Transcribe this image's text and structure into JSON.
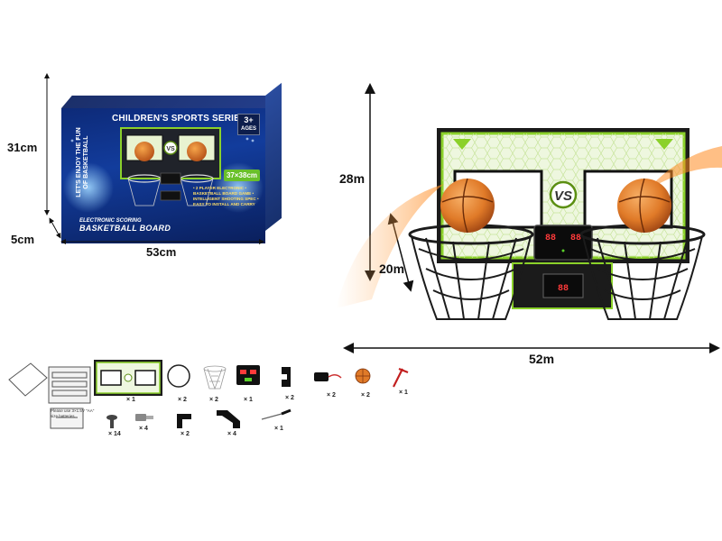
{
  "box": {
    "height_label": "31cm",
    "depth_label": "5cm",
    "width_label": "53cm",
    "series_title": "CHILDREN'S SPORTS SERIES",
    "age": "3+",
    "age_sub": "AGES",
    "vertical_text": "LET'S ENJOY THE FUN OF BASKETBALL",
    "size_badge": "37×38cm",
    "features": "• 2 PLAYER ELECTRONIC • BASKETBALL BOARD GAME • INTELLIGENT SHOOTING SPEC • EASY TO INSTALL AND CARRY",
    "brand_line1": "ELECTRONIC SCORING",
    "brand_line2": "BASKETBALL BOARD",
    "vs": "VS"
  },
  "board": {
    "height_label": "28m",
    "hoop_label": "20m",
    "width_label": "52m",
    "vs": "VS",
    "score_a": "88",
    "score_b": "88"
  },
  "parts": {
    "battery_note": "Please use 3×1.5V \"AA\" size batteries",
    "items": [
      {
        "name": "backboard",
        "qty": "× 1"
      },
      {
        "name": "hoop-ring",
        "qty": "× 2"
      },
      {
        "name": "net",
        "qty": "× 2"
      },
      {
        "name": "scoreboard",
        "qty": "× 1"
      },
      {
        "name": "bracket",
        "qty": "× 2"
      },
      {
        "name": "sensor",
        "qty": "× 2"
      },
      {
        "name": "ball",
        "qty": "× 2"
      },
      {
        "name": "pump",
        "qty": "× 1"
      },
      {
        "name": "screw",
        "qty": "× 14"
      },
      {
        "name": "anchor",
        "qty": "× 4"
      },
      {
        "name": "hook-small",
        "qty": "× 2"
      },
      {
        "name": "hook-large",
        "qty": "× 4"
      },
      {
        "name": "screwdriver",
        "qty": "× 1"
      }
    ]
  },
  "colors": {
    "box_blue": "#123c9c",
    "board_green": "#8bd12a",
    "ball_orange": "#e8852c",
    "dark_frame": "#1c1c1c"
  }
}
